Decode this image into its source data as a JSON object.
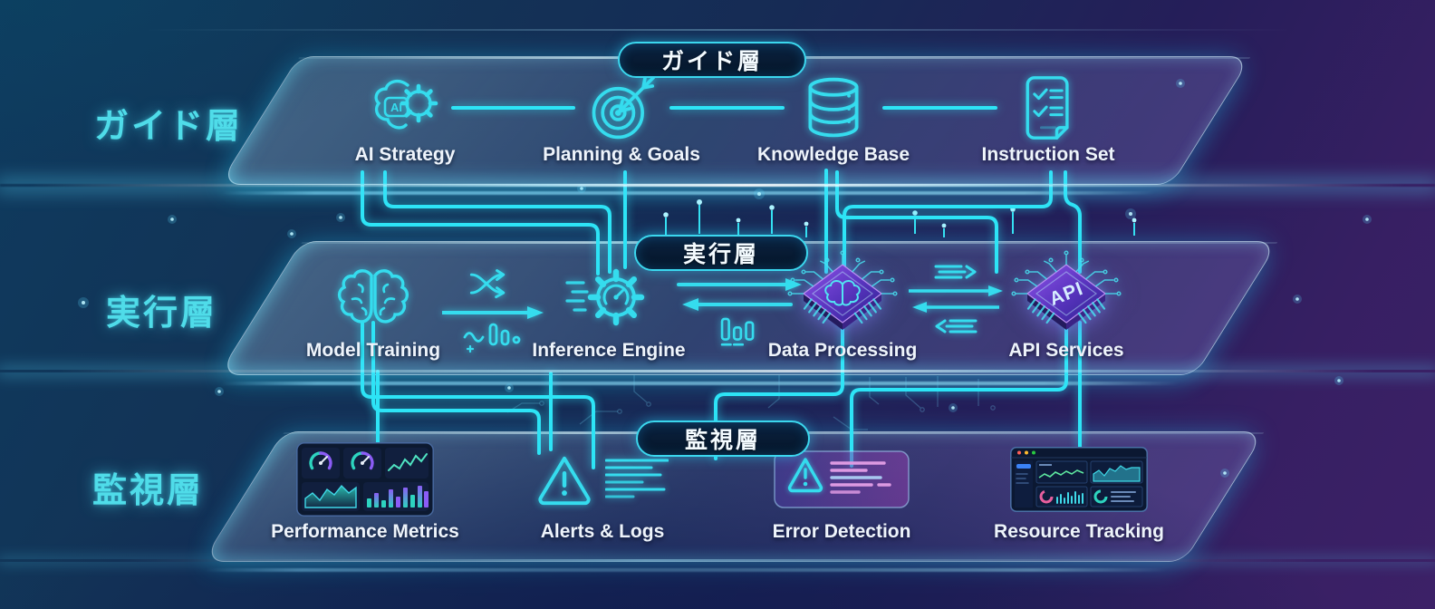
{
  "diagram": {
    "layers": [
      {
        "id": "guide",
        "side_label": "ガイド層",
        "badge": "ガイド層",
        "items": [
          {
            "label": "AI Strategy",
            "icon": "ai-brain-gear-icon"
          },
          {
            "label": "Planning & Goals",
            "icon": "target-dart-icon"
          },
          {
            "label": "Knowledge Base",
            "icon": "database-icon"
          },
          {
            "label": "Instruction Set",
            "icon": "checklist-document-icon"
          }
        ]
      },
      {
        "id": "execution",
        "side_label": "実行層",
        "badge": "実行層",
        "items": [
          {
            "label": "Model Training",
            "icon": "brain-icon"
          },
          {
            "label": "Inference Engine",
            "icon": "gear-gauge-icon"
          },
          {
            "label": "Data Processing",
            "icon": "chip-brain-icon"
          },
          {
            "label": "API Services",
            "icon": "chip-api-icon"
          }
        ]
      },
      {
        "id": "monitoring",
        "side_label": "監視層",
        "badge": "監視層",
        "items": [
          {
            "label": "Performance Metrics",
            "icon": "metrics-dashboard-icon"
          },
          {
            "label": "Alerts & Logs",
            "icon": "alert-logs-icon"
          },
          {
            "label": "Error Detection",
            "icon": "error-panel-icon"
          },
          {
            "label": "Resource Tracking",
            "icon": "resource-window-icon"
          }
        ]
      }
    ],
    "chip_texts": {
      "ai": "AI",
      "api": "API"
    },
    "colors": {
      "accent_cyan": "#2ee3f7",
      "panel_border": "#cdeffc",
      "chip_purple": "#7b3fd6",
      "badge_bg": "#071a30",
      "bg_left": "#0d3a5e",
      "bg_right": "#3c2066",
      "bg_bottom": "#14234e",
      "label_text": "#f2f7fb",
      "side_label_color": "#4fdce9"
    }
  }
}
